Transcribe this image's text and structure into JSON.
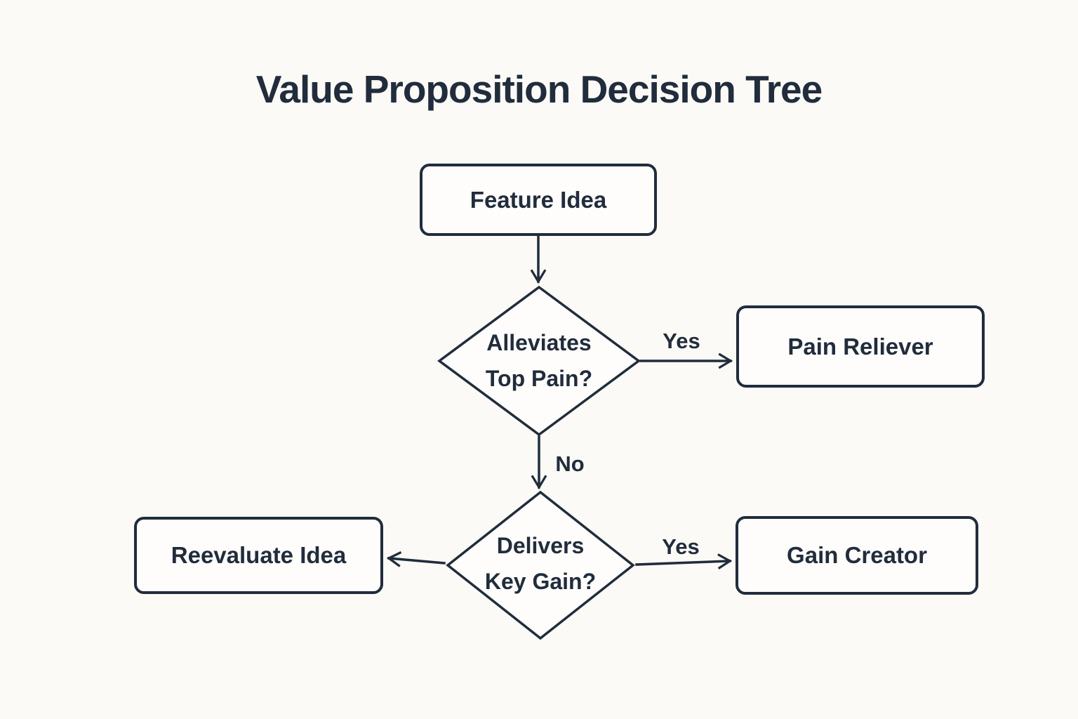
{
  "title": "Value Proposition Decision Tree",
  "colors": {
    "ink": "#212c3c",
    "background": "#fbfaf6",
    "node_fill": "#fefdfb"
  },
  "nodes": {
    "feature_idea": {
      "label": "Feature Idea"
    },
    "alleviates_top_pain": {
      "line1": "Alleviates",
      "line2": "Top Pain?"
    },
    "pain_reliever": {
      "label": "Pain Reliever"
    },
    "delivers_key_gain": {
      "line1": "Delivers",
      "line2": "Key Gain?"
    },
    "reevaluate_idea": {
      "label": "Reevaluate Idea"
    },
    "gain_creator": {
      "label": "Gain Creator"
    }
  },
  "edge_labels": {
    "alleviates_yes": "Yes",
    "alleviates_no": "No",
    "delivers_yes": "Yes"
  }
}
